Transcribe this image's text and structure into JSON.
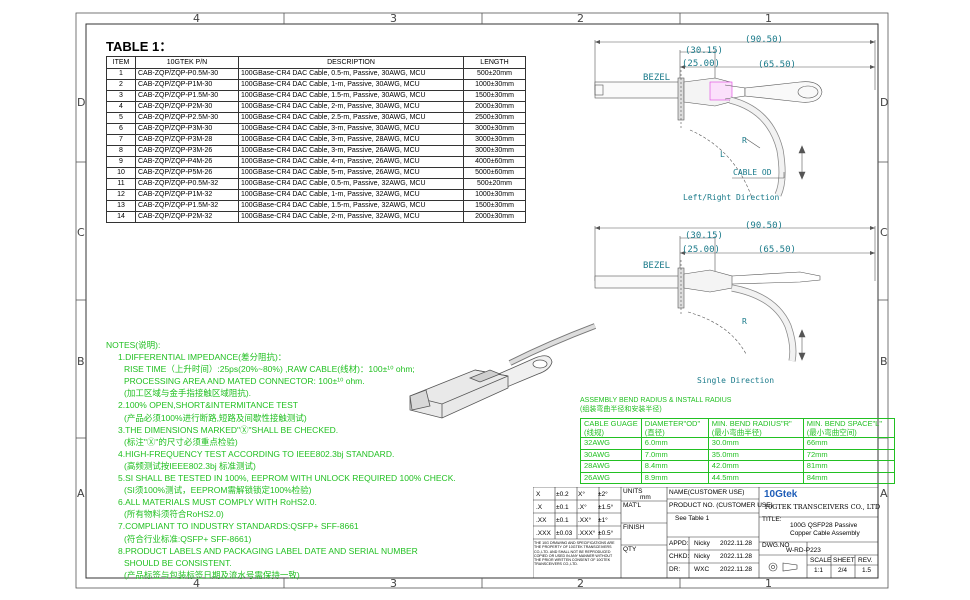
{
  "zones": {
    "cols": [
      "4",
      "3",
      "2",
      "1"
    ],
    "rows": [
      "D",
      "C",
      "B",
      "A"
    ]
  },
  "table1": {
    "title": "TABLE 1：",
    "headers": [
      "ITEM",
      "10GTEK P/N",
      "DESCRIPTION",
      "LENGTH"
    ],
    "rows": [
      [
        "1",
        "CAB-ZQP/ZQP-P0.5M-30",
        "100GBase-CR4 DAC Cable, 0.5-m, Passive, 30AWG, MCU",
        "500±20mm"
      ],
      [
        "2",
        "CAB-ZQP/ZQP-P1M-30",
        "100GBase-CR4 DAC Cable, 1-m, Passive, 30AWG, MCU",
        "1000±30mm"
      ],
      [
        "3",
        "CAB-ZQP/ZQP-P1.5M-30",
        "100GBase-CR4 DAC Cable, 1.5-m, Passive, 30AWG, MCU",
        "1500±30mm"
      ],
      [
        "4",
        "CAB-ZQP/ZQP-P2M-30",
        "100GBase-CR4 DAC Cable, 2-m, Passive, 30AWG, MCU",
        "2000±30mm"
      ],
      [
        "5",
        "CAB-ZQP/ZQP-P2.5M-30",
        "100GBase-CR4 DAC Cable, 2.5-m, Passive, 30AWG, MCU",
        "2500±30mm"
      ],
      [
        "6",
        "CAB-ZQP/ZQP-P3M-30",
        "100GBase-CR4 DAC Cable, 3-m, Passive, 30AWG, MCU",
        "3000±30mm"
      ],
      [
        "7",
        "CAB-ZQP/ZQP-P3M-28",
        "100GBase-CR4 DAC Cable, 3-m, Passive, 28AWG, MCU",
        "3000±30mm"
      ],
      [
        "8",
        "CAB-ZQP/ZQP-P3M-26",
        "100GBase-CR4 DAC Cable, 3-m, Passive, 26AWG, MCU",
        "3000±30mm"
      ],
      [
        "9",
        "CAB-ZQP/ZQP-P4M-26",
        "100GBase-CR4 DAC Cable, 4-m, Passive, 26AWG, MCU",
        "4000±60mm"
      ],
      [
        "10",
        "CAB-ZQP/ZQP-P5M-26",
        "100GBase-CR4 DAC Cable, 5-m, Passive, 26AWG, MCU",
        "5000±60mm"
      ],
      [
        "11",
        "CAB-ZQP/ZQP-P0.5M-32",
        "100GBase-CR4 DAC Cable, 0.5-m, Passive, 32AWG, MCU",
        "500±20mm"
      ],
      [
        "12",
        "CAB-ZQP/ZQP-P1M-32",
        "100GBase-CR4 DAC Cable, 1-m, Passive, 32AWG, MCU",
        "1000±30mm"
      ],
      [
        "13",
        "CAB-ZQP/ZQP-P1.5M-32",
        "100GBase-CR4 DAC Cable, 1.5-m, Passive, 32AWG, MCU",
        "1500±30mm"
      ],
      [
        "14",
        "CAB-ZQP/ZQP-P2M-32",
        "100GBase-CR4 DAC Cable, 2-m, Passive, 32AWG, MCU",
        "2000±30mm"
      ]
    ]
  },
  "views": {
    "top": {
      "dim_overall": "(90.50)",
      "dim_a": "(30.15)",
      "dim_b": "(25.00)",
      "dim_c": "(65.50)",
      "bezel": "BEZEL",
      "r_label": "R",
      "l_label": "L",
      "cable_od": "CABLE OD",
      "caption": "Left/Right Direction"
    },
    "bottom": {
      "dim_overall": "(90.50)",
      "dim_a": "(30.15)",
      "dim_b": "(25.00)",
      "dim_c": "(65.50)",
      "bezel": "BEZEL",
      "r_label": "R",
      "caption": "Single Direction"
    }
  },
  "notes": {
    "heading": "NOTES(说明):",
    "lines": [
      {
        "indent": 1,
        "text": "1.DIFFERENTIAL IMPEDANCE(差分阻抗)："
      },
      {
        "indent": 2,
        "text": "RISE TIME（上升时间）:25ps(20%~80%) ,RAW CABLE(线材)：100±¹⁰ ohm;"
      },
      {
        "indent": 2,
        "text": "PROCESSING AREA AND MATED CONNECTOR: 100±¹⁰ ohm."
      },
      {
        "indent": 2,
        "text": "(加工区域与金手指接触区域阻抗)."
      },
      {
        "indent": 1,
        "text": "2.100% OPEN,SHORT&INTERMITANCE TEST"
      },
      {
        "indent": 2,
        "text": "(产品必须100%进行断路,短路及间歇性接触测试)"
      },
      {
        "indent": 1,
        "text": "3.THE DIMENSIONS MARKED\"Ⓧ\"SHALL BE CHECKED."
      },
      {
        "indent": 2,
        "text": "(标注\"Ⓧ\"的尺寸必须重点检验)"
      },
      {
        "indent": 1,
        "text": "4.HIGH-FREQUENCY TEST ACCORDING TO IEEE802.3bj STANDARD."
      },
      {
        "indent": 2,
        "text": "(高频测试按IEEE802.3bj 标准测试)"
      },
      {
        "indent": 1,
        "text": "5.SI SHALL BE TESTED IN 100%, EEPROM WITH UNLOCK REQUIRED 100% CHECK."
      },
      {
        "indent": 2,
        "text": "(SI须100%测试，EEPROM需解锁锁定100%检验)"
      },
      {
        "indent": 1,
        "text": "6.ALL MATERIALS MUST COMPLY WITH RoHS2.0."
      },
      {
        "indent": 2,
        "text": "(所有物料须符合RoHS2.0)"
      },
      {
        "indent": 1,
        "text": "7.COMPLIANT TO INDUSTRY STANDARDS:QSFP+ SFF-8661"
      },
      {
        "indent": 2,
        "text": "(符合行业标准:QSFP+ SFF-8661)"
      },
      {
        "indent": 1,
        "text": "8.PRODUCT LABELS AND PACKAGING LABEL DATE AND SERIAL NUMBER"
      },
      {
        "indent": 2,
        "text": "SHOULD BE CONSISTENT."
      },
      {
        "indent": 2,
        "text": "(产品标签与包装标签日期及流水号需保持一致)"
      }
    ]
  },
  "bend": {
    "title": "ASSEMBLY BEND RADIUS & INSTALL RADIUS",
    "title_cn": "(组装弯曲半径和安装半径)",
    "headers": [
      {
        "en": "CABLE GUAGE",
        "cn": "(线规)"
      },
      {
        "en": "DIAMETER\"OD\"",
        "cn": "(直径)"
      },
      {
        "en": "MIN. BEND RADIUS\"R\"",
        "cn": "(最小弯曲半径)"
      },
      {
        "en": "MIN. BEND SPACE\"L\"",
        "cn": "(最小弯曲空间)"
      }
    ],
    "rows": [
      [
        "32AWG",
        "6.0mm",
        "30.0mm",
        "66mm"
      ],
      [
        "30AWG",
        "7.0mm",
        "35.0mm",
        "72mm"
      ],
      [
        "28AWG",
        "8.4mm",
        "42.0mm",
        "81mm"
      ],
      [
        "26AWG",
        "8.9mm",
        "44.5mm",
        "84mm"
      ]
    ]
  },
  "titleblock": {
    "tol": [
      [
        "X",
        "±0.2",
        "X°",
        "±2°"
      ],
      [
        ".X",
        "±0.1",
        ".X°",
        "±1.5°"
      ],
      [
        ".XX",
        "±0.1",
        ".XX°",
        "±1°"
      ],
      [
        ".XXX",
        "±0.03",
        ".XXX°",
        "±0.5°"
      ]
    ],
    "disclaimer": "THE 10G DRAWING AND SPECIFICATIONS ARE THE PROPERTY OF 10GTEK TRANSCEIVERS CO.,LTD. AND SHALL NOT BE REPRODUCED COPIED OR USED IN ANY MANNER WITHOUT THE PRIOR WRITTEN CONSENT OF 10GTEK TRANSCEIVERS CO.,LTD.",
    "units": "UNITS",
    "units_val": "mm",
    "matl": "MAT'L",
    "finish": "FINISH",
    "qty": "QTY",
    "name_label": "NAME(CUSTOMER USE)",
    "pn_label": "PRODUCT NO. (CUSTOMER USE)",
    "pn_val": "See Table 1",
    "appd": "APPD:",
    "chkd": "CHKD:",
    "dr": "DR:",
    "appd_name": "Nicky",
    "chkd_name": "Nicky",
    "dr_name": "WXC",
    "appd_date": "2022.11.28",
    "chkd_date": "2022.11.28",
    "dr_date": "2022.11.28",
    "logo": "10Gtek",
    "company": "10GTEK TRANSCEIVERS CO., LTD",
    "title_label": "TITLE:",
    "title_l1": "100G  QSFP28 Passive",
    "title_l2": "Copper Cable Assembly",
    "dwg_label": "DWG.NO",
    "dwg_val": "W-RD-P223",
    "scale_label": "SCALE",
    "sheet_label": "SHEET",
    "rev_label": "REV.",
    "scale_val": "1:1",
    "sheet_val": "2/4",
    "rev_val": "1.5"
  },
  "colors": {
    "notes": "#22c022",
    "dims": "#1a7a8a",
    "highlight": "#e040e0"
  }
}
